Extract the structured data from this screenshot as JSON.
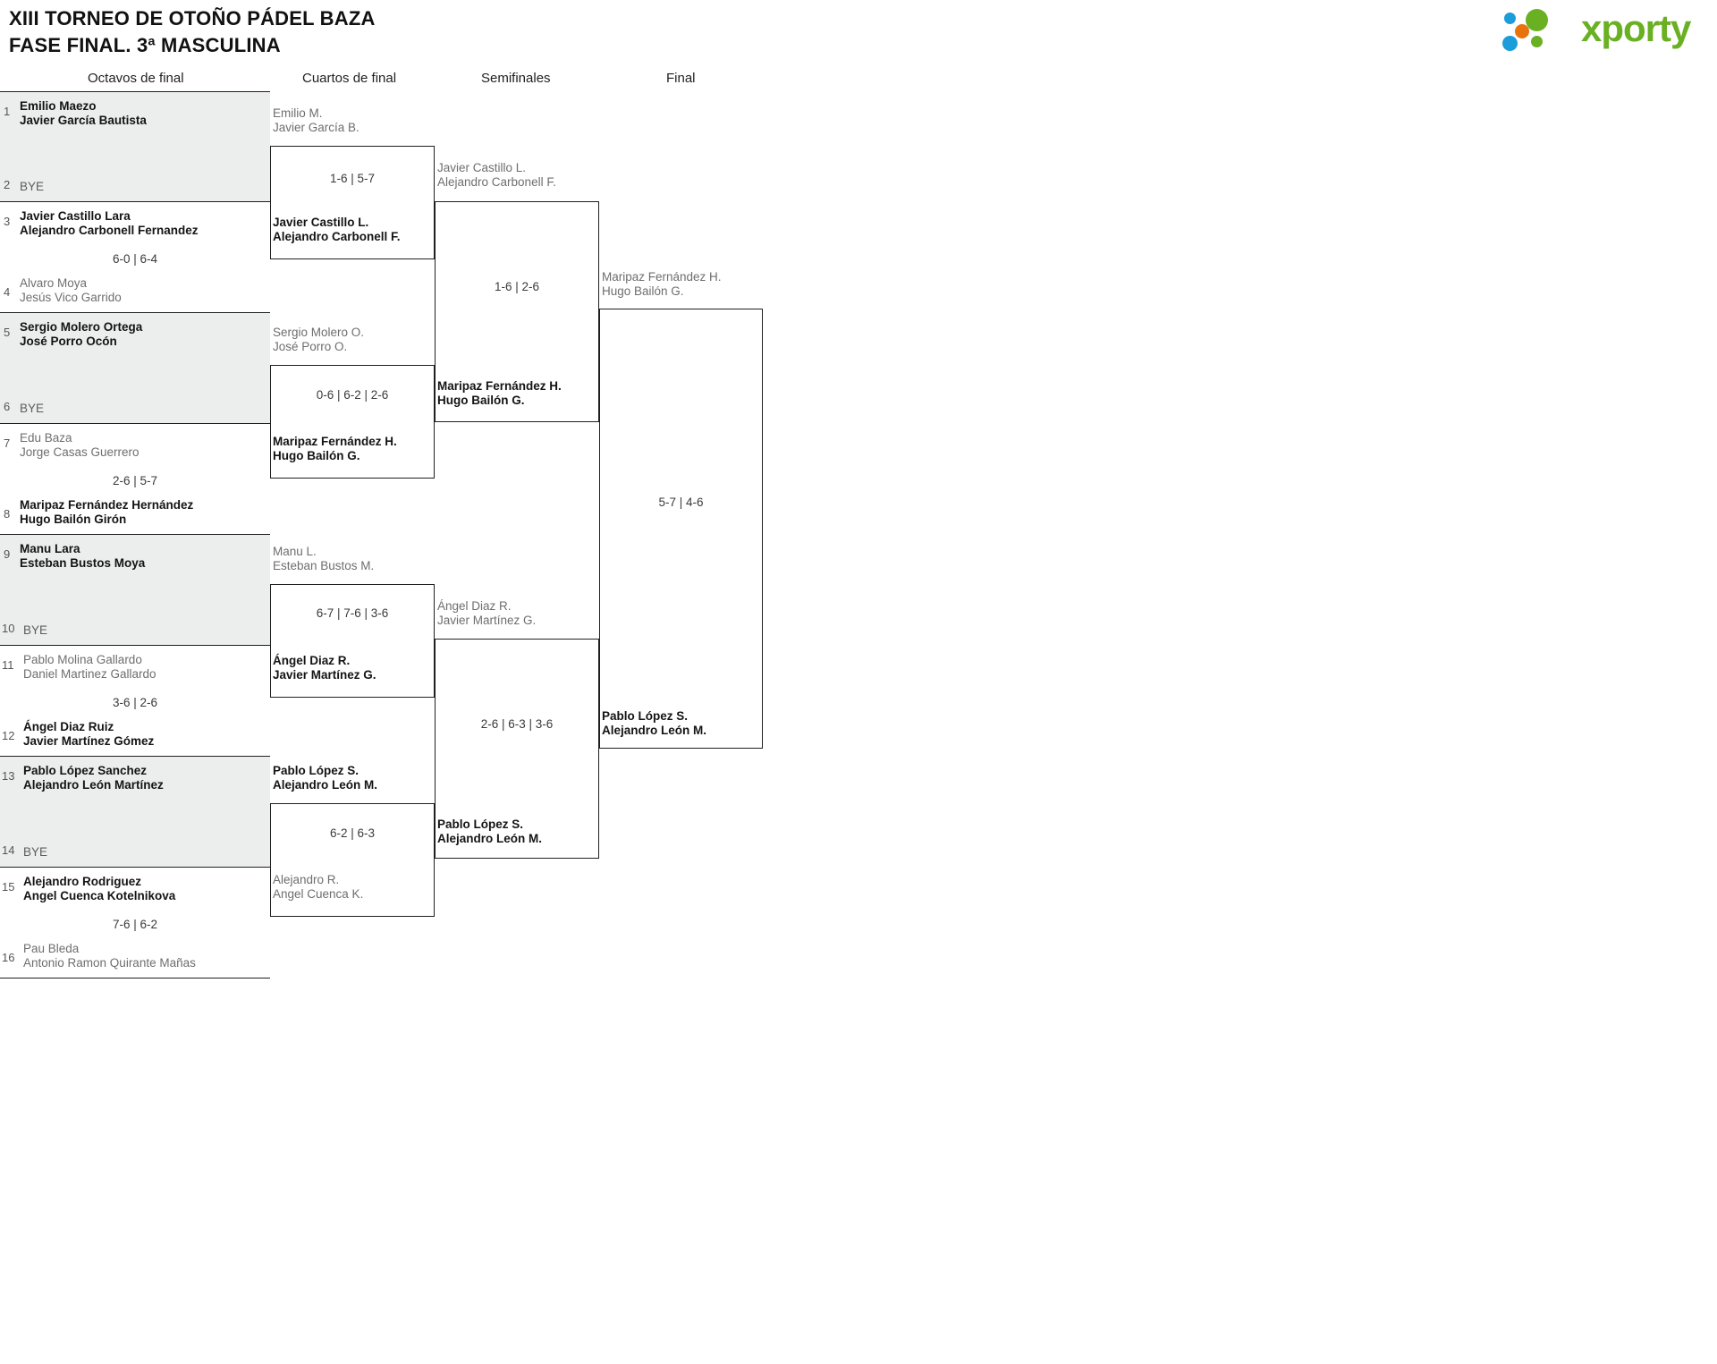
{
  "header": {
    "title_line1": "XIII TORNEO DE OTOÑO PÁDEL BAZA",
    "title_line2": "FASE FINAL. 3ª MASCULINA",
    "logo_text": "xporty",
    "logo_colors": {
      "blue": "#1a9dd9",
      "orange": "#e8730c",
      "green": "#6ab023"
    }
  },
  "rounds": [
    {
      "label": "Octavos de final"
    },
    {
      "label": "Cuartos de final"
    },
    {
      "label": "Semifinales"
    },
    {
      "label": "Final"
    }
  ],
  "bracket": {
    "round16": [
      {
        "seed_top": "1",
        "seed_bot": "2",
        "top": [
          "Emilio Maezo",
          "Javier García Bautista"
        ],
        "bot": [
          "BYE"
        ],
        "top_result": "win",
        "bot_result": "bye",
        "score": ""
      },
      {
        "seed_top": "3",
        "seed_bot": "4",
        "top": [
          "Javier Castillo Lara",
          "Alejandro Carbonell Fernandez"
        ],
        "bot": [
          "Alvaro Moya",
          "Jesús Vico Garrido"
        ],
        "top_result": "win",
        "bot_result": "lose",
        "score": "6-0 | 6-4"
      },
      {
        "seed_top": "5",
        "seed_bot": "6",
        "top": [
          "Sergio Molero Ortega",
          "José Porro Ocón"
        ],
        "bot": [
          "BYE"
        ],
        "top_result": "win",
        "bot_result": "bye",
        "score": ""
      },
      {
        "seed_top": "7",
        "seed_bot": "8",
        "top": [
          "Edu Baza",
          "Jorge Casas Guerrero"
        ],
        "bot": [
          "Maripaz Fernández Hernández",
          "Hugo Bailón Girón"
        ],
        "top_result": "lose",
        "bot_result": "win",
        "score": "2-6 | 5-7"
      },
      {
        "seed_top": "9",
        "seed_bot": "10",
        "top": [
          "Manu Lara",
          "Esteban Bustos Moya"
        ],
        "bot": [
          "BYE"
        ],
        "top_result": "win",
        "bot_result": "bye",
        "score": ""
      },
      {
        "seed_top": "11",
        "seed_bot": "12",
        "top": [
          "Pablo Molina Gallardo",
          "Daniel Martinez Gallardo"
        ],
        "bot": [
          "Ángel Diaz Ruiz",
          "Javier Martínez Gómez"
        ],
        "top_result": "lose",
        "bot_result": "win",
        "score": "3-6 | 2-6"
      },
      {
        "seed_top": "13",
        "seed_bot": "14",
        "top": [
          "Pablo López Sanchez",
          "Alejandro León Martínez"
        ],
        "bot": [
          "BYE"
        ],
        "top_result": "win",
        "bot_result": "bye",
        "score": ""
      },
      {
        "seed_top": "15",
        "seed_bot": "16",
        "top": [
          "Alejandro Rodriguez",
          "Angel Cuenca Kotelnikova"
        ],
        "bot": [
          "Pau Bleda",
          "Antonio Ramon Quirante Mañas"
        ],
        "top_result": "win",
        "bot_result": "lose",
        "score": "7-6 | 6-2"
      }
    ],
    "quarters": [
      {
        "top": [
          "Emilio M.",
          "Javier García B."
        ],
        "bot": [
          "Javier Castillo L.",
          "Alejandro Carbonell F."
        ],
        "top_result": "lose",
        "bot_result": "win",
        "score": "1-6 | 5-7"
      },
      {
        "top": [
          "Sergio Molero O.",
          "José Porro O."
        ],
        "bot": [
          "Maripaz Fernández H.",
          "Hugo Bailón G."
        ],
        "top_result": "lose",
        "bot_result": "win",
        "score": "0-6 | 6-2 | 2-6"
      },
      {
        "top": [
          "Manu L.",
          "Esteban Bustos M."
        ],
        "bot": [
          "Ángel Diaz R.",
          "Javier Martínez G."
        ],
        "top_result": "lose",
        "bot_result": "win",
        "score": "6-7 | 7-6 | 3-6"
      },
      {
        "top": [
          "Pablo López S.",
          "Alejandro León M."
        ],
        "bot": [
          "Alejandro R.",
          "Angel Cuenca K."
        ],
        "top_result": "win",
        "bot_result": "lose",
        "score": "6-2 | 6-3"
      }
    ],
    "semis": [
      {
        "top": [
          "Javier Castillo L.",
          "Alejandro Carbonell F."
        ],
        "bot": [
          "Maripaz Fernández H.",
          "Hugo Bailón G."
        ],
        "top_result": "lose",
        "bot_result": "win",
        "score": "1-6 | 2-6"
      },
      {
        "top": [
          "Ángel Diaz R.",
          "Javier Martínez G."
        ],
        "bot": [
          "Pablo López S.",
          "Alejandro León M."
        ],
        "top_result": "lose",
        "bot_result": "win",
        "score": "2-6 | 6-3 | 3-6"
      }
    ],
    "final": [
      {
        "top": [
          "Maripaz Fernández H.",
          "Hugo Bailón G."
        ],
        "bot": [
          "Pablo López S.",
          "Alejandro León M."
        ],
        "top_result": "lose",
        "bot_result": "win",
        "score": "5-7 | 4-6"
      }
    ]
  }
}
